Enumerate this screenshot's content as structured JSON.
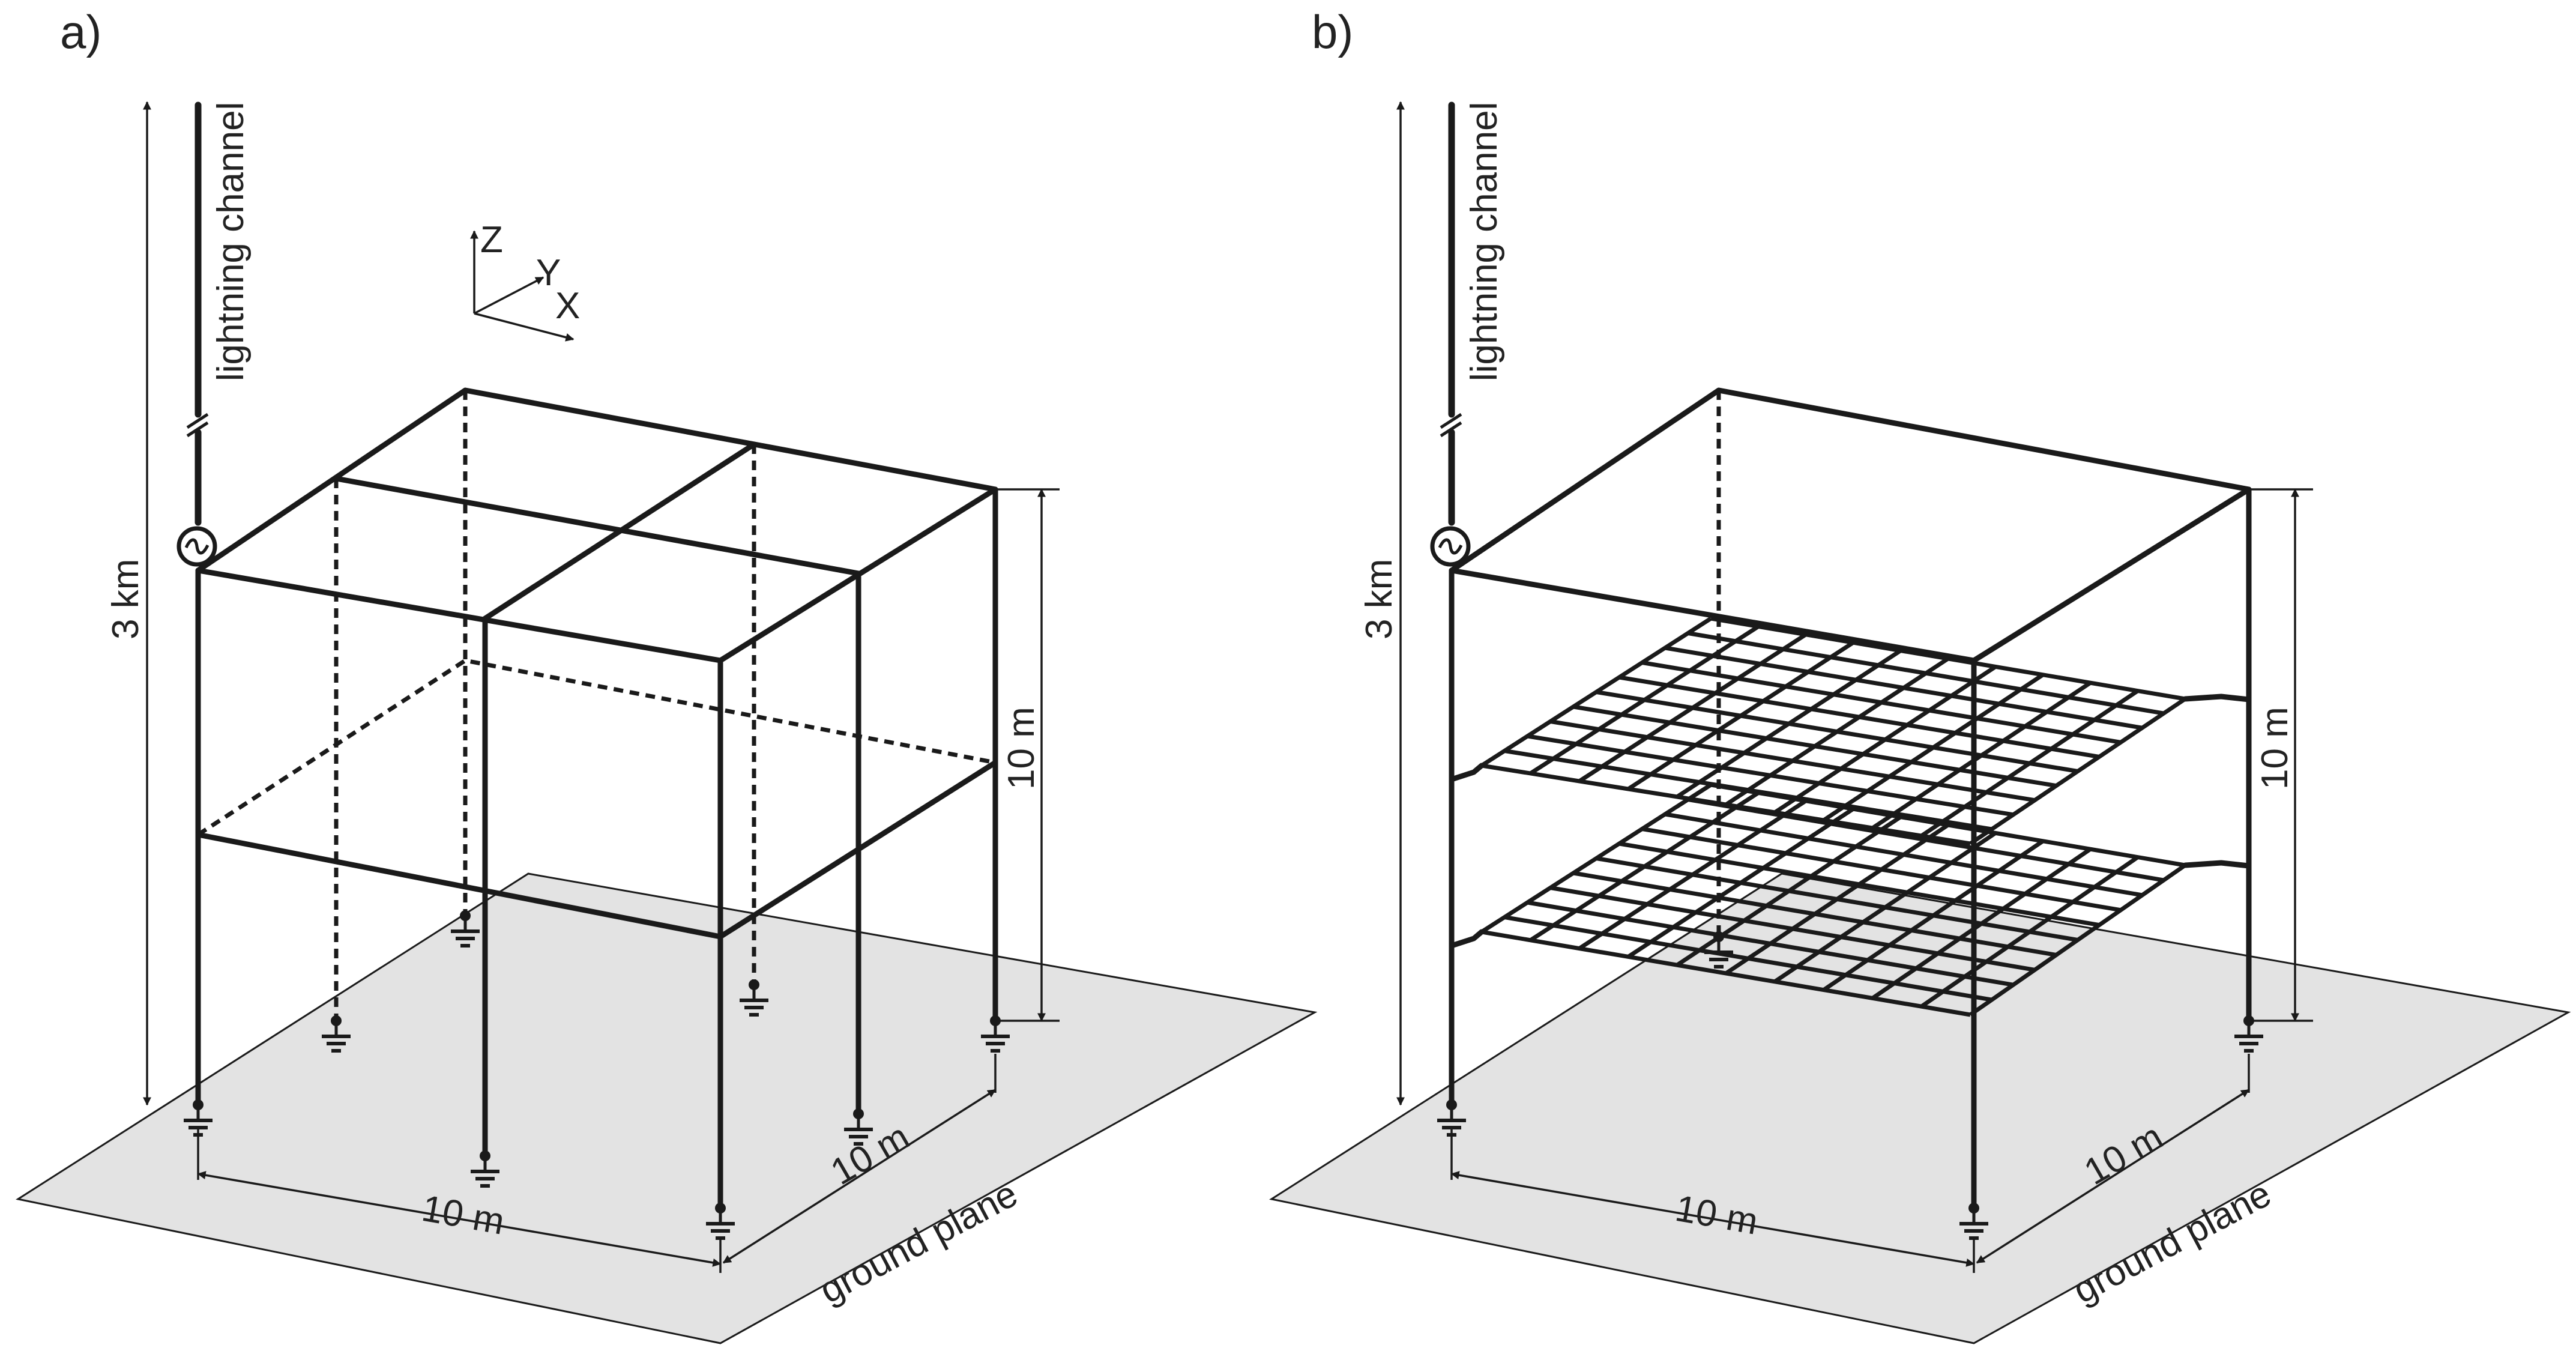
{
  "panels": [
    {
      "id": "a",
      "label": "a)",
      "channel_label": "lightning channel",
      "height_label": "3 km",
      "column_height_label": "10 m",
      "width_label_x": "10 m",
      "width_label_y": "10 m",
      "ground_label": "ground plane",
      "axes": {
        "z": "Z",
        "y": "Y",
        "x": "X"
      }
    },
    {
      "id": "b",
      "label": "b)",
      "channel_label": "lightning channel",
      "height_label": "3 km",
      "column_height_label": "10 m",
      "width_label_x": "10 m",
      "width_label_y": "10 m",
      "ground_label": "ground plane"
    }
  ],
  "colors": {
    "ground": "#e3e3e3",
    "stroke": "#1a1a1a",
    "background": "#ffffff"
  }
}
